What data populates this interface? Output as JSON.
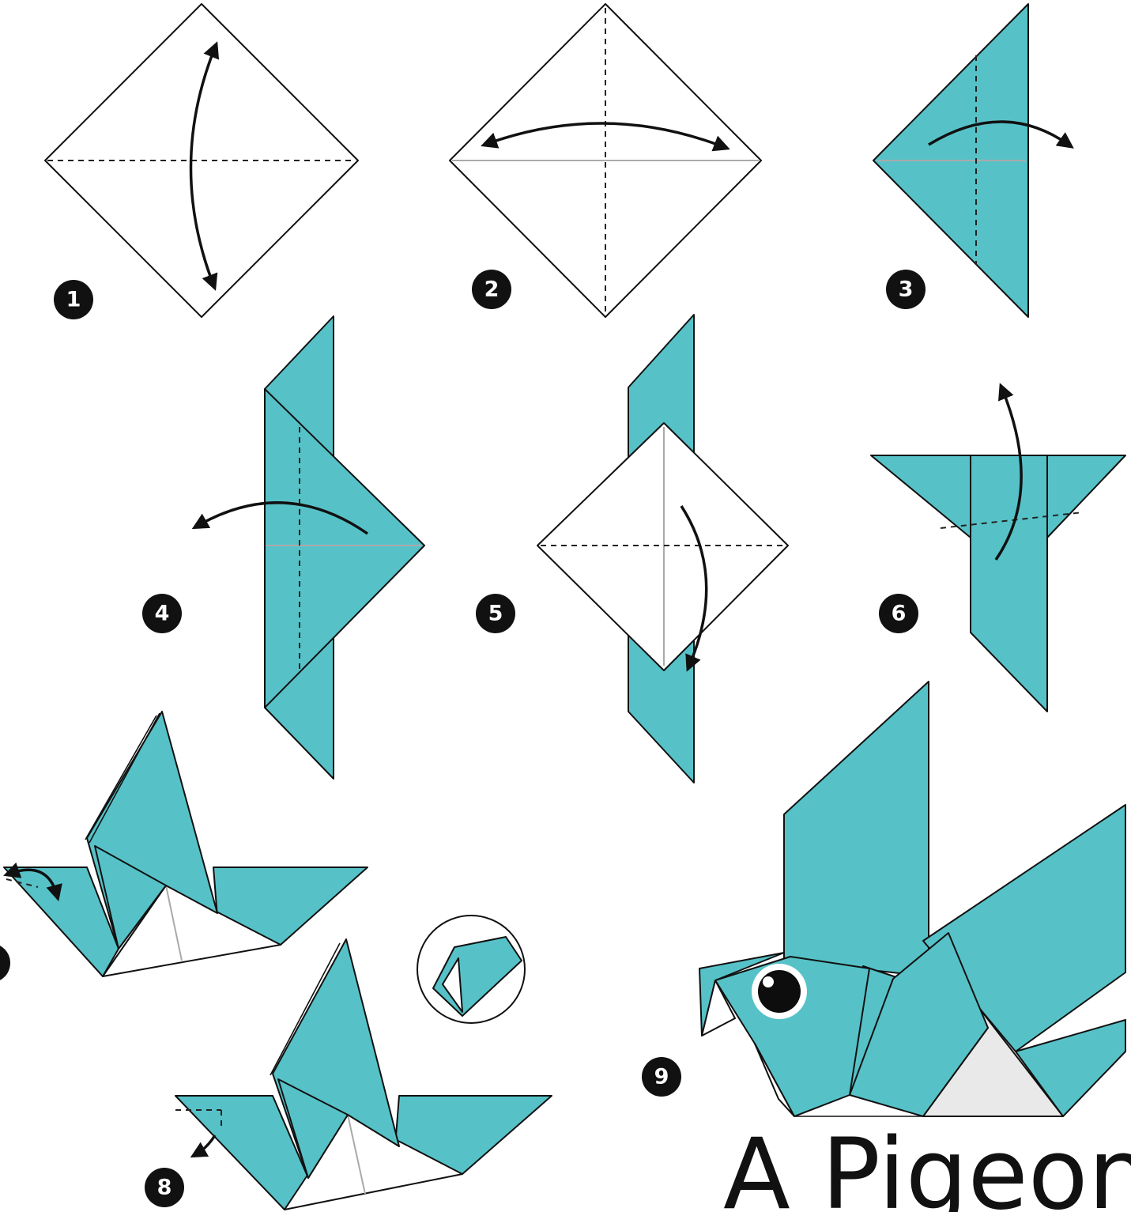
{
  "colors": {
    "paper": "#56c2c8",
    "white_side": "#ffffff",
    "shade": "#e9e9e9",
    "ink": "#111111"
  },
  "steps": [
    {
      "number": "1"
    },
    {
      "number": "2"
    },
    {
      "number": "3"
    },
    {
      "number": "4"
    },
    {
      "number": "5"
    },
    {
      "number": "6"
    },
    {
      "number": "8"
    },
    {
      "number": "9"
    }
  ],
  "title": "A Pigeon"
}
